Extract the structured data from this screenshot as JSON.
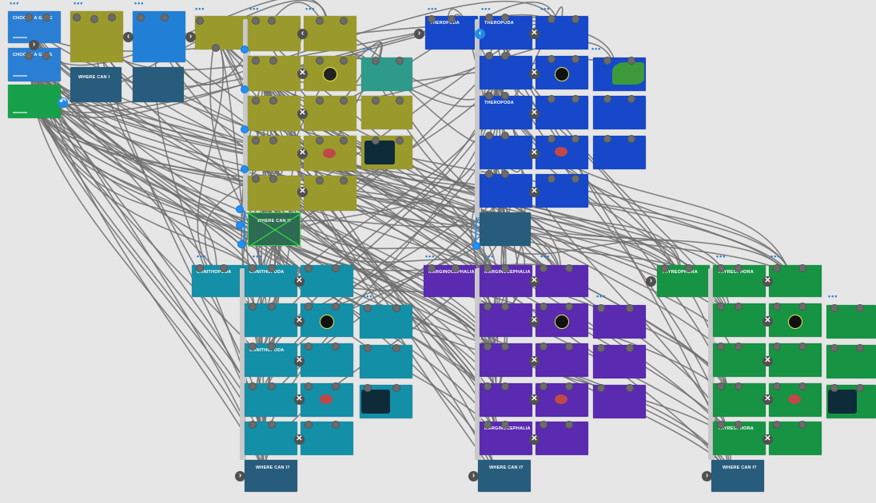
{
  "palette": {
    "olive": "#9a9a2c",
    "royal_blue": "#1748c9",
    "teal": "#138fa8",
    "purple": "#5a2ab0",
    "green": "#169443",
    "slate": "#285c7c",
    "connector": "#6f6f6f",
    "selection_blue": "#1e8be8",
    "hotspot_green": "#3bd34a"
  },
  "screens": [
    {
      "id": "cs1",
      "title": "CHOOSE A GAME"
    },
    {
      "id": "cs2",
      "title": "CHOOSE A GAME"
    },
    {
      "id": "where_top",
      "title": "WHERE CAN I"
    },
    {
      "id": "where_olive",
      "title": "WHERE CAN I?"
    },
    {
      "id": "theropoda_a",
      "title": "THEROPODA"
    },
    {
      "id": "theropoda_b",
      "title": "THEROPODA"
    },
    {
      "id": "theropoda_c",
      "title": "THEROPODA"
    },
    {
      "id": "ornithopoda_a",
      "title": "ORNITHOPODA"
    },
    {
      "id": "ornithopoda_b",
      "title": "ORNITHOPODA"
    },
    {
      "id": "ornithopoda_c",
      "title": "ORNITHOPODA"
    },
    {
      "id": "marg_a",
      "title": "MARGINOCEPHALIA"
    },
    {
      "id": "marg_b",
      "title": "MARGINOCEPHALIA"
    },
    {
      "id": "marg_c",
      "title": "MARGINOCEPHALIA"
    },
    {
      "id": "thyreo_a",
      "title": "THYREOPHORA"
    },
    {
      "id": "thyreo_b",
      "title": "THYREOPHORA"
    },
    {
      "id": "thyreo_c",
      "title": "THYREOPHORA"
    },
    {
      "id": "where_c1",
      "title": "WHERE CAN I?"
    },
    {
      "id": "where_c2",
      "title": "WHERE CAN I?"
    },
    {
      "id": "where_c3",
      "title": "WHERE CAN I?"
    }
  ],
  "icons": {
    "more": "more-dots-icon",
    "nav": "chevron-right-icon",
    "close": "close-x-icon",
    "back": "undo-icon"
  },
  "glyphs": {
    "more": "•••",
    "next": "›",
    "prev": "‹",
    "close": "✕",
    "back": "↶"
  }
}
